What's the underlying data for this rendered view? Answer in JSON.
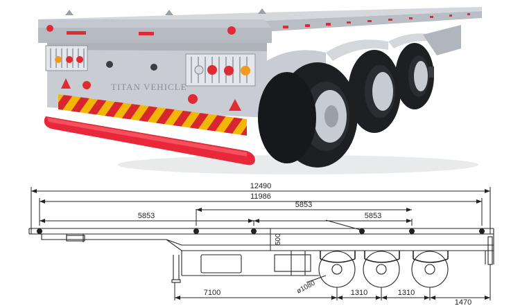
{
  "photo": {
    "brand_text": "TITAN VEHICLE",
    "colors": {
      "frame": "#c9cdd3",
      "frame_shadow": "#9aa0a8",
      "bumper": "#e8283a",
      "hazard_yellow": "#f2b705",
      "hazard_red": "#d8262f",
      "tire": "#1d1f22",
      "rim": "#c7ccd2"
    }
  },
  "drawing": {
    "dimensions": {
      "overall_length": "12490",
      "deck_length": "11986",
      "front_span": "5853",
      "middle_span": "5853",
      "rear_span": "5853",
      "height_label": "500",
      "wheel_diameter": "ø1080",
      "kingpin_to_axle": "7100",
      "axle_spacing_1": "1310",
      "axle_spacing_2": "1310",
      "rear_overhang": "1470"
    }
  }
}
